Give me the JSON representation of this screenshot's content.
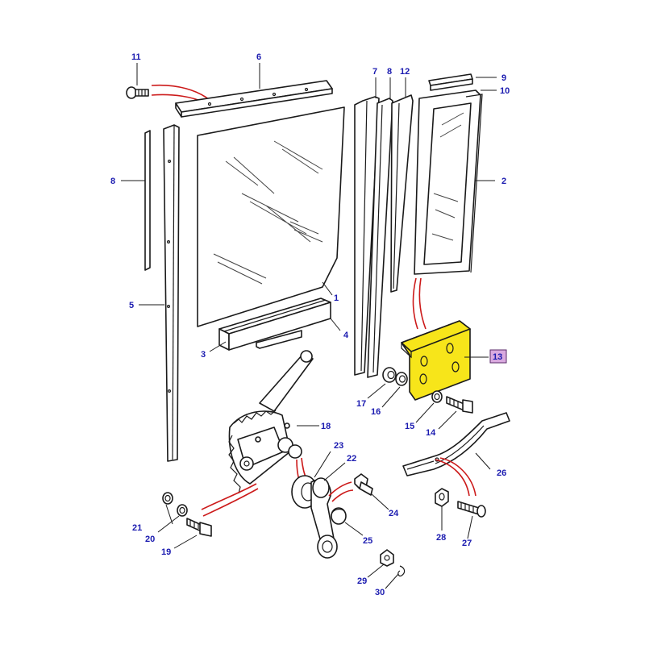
{
  "diagram": {
    "highlight_color": "#f7e51a",
    "label_color": "#1b1bb0",
    "highlight_label_bg": "#d9a9df",
    "labels": [
      {
        "id": "1",
        "text": "1"
      },
      {
        "id": "2",
        "text": "2"
      },
      {
        "id": "3",
        "text": "3"
      },
      {
        "id": "4",
        "text": "4"
      },
      {
        "id": "5",
        "text": "5"
      },
      {
        "id": "6",
        "text": "6"
      },
      {
        "id": "7",
        "text": "7"
      },
      {
        "id": "8a",
        "text": "8"
      },
      {
        "id": "8b",
        "text": "8"
      },
      {
        "id": "9",
        "text": "9"
      },
      {
        "id": "10",
        "text": "10"
      },
      {
        "id": "11",
        "text": "11"
      },
      {
        "id": "12",
        "text": "12"
      },
      {
        "id": "13",
        "text": "13"
      },
      {
        "id": "14",
        "text": "14"
      },
      {
        "id": "15",
        "text": "15"
      },
      {
        "id": "16",
        "text": "16"
      },
      {
        "id": "17",
        "text": "17"
      },
      {
        "id": "18",
        "text": "18"
      },
      {
        "id": "19",
        "text": "19"
      },
      {
        "id": "20",
        "text": "20"
      },
      {
        "id": "21",
        "text": "21"
      },
      {
        "id": "22",
        "text": "22"
      },
      {
        "id": "23",
        "text": "23"
      },
      {
        "id": "24",
        "text": "24"
      },
      {
        "id": "25",
        "text": "25"
      },
      {
        "id": "26",
        "text": "26"
      },
      {
        "id": "27",
        "text": "27"
      },
      {
        "id": "28",
        "text": "28"
      },
      {
        "id": "29",
        "text": "29"
      },
      {
        "id": "30",
        "text": "30"
      }
    ],
    "highlighted_part": "13"
  }
}
